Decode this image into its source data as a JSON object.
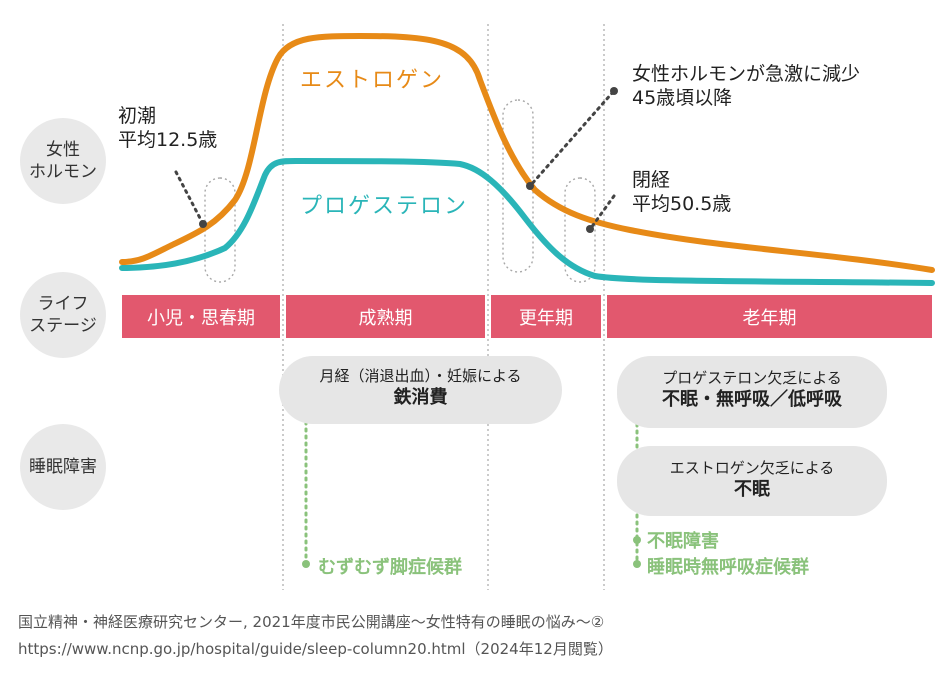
{
  "row_labels": {
    "hormone": "女性\nホルモン",
    "life_stage": "ライフ\nステージ",
    "sleep": "睡眠障害"
  },
  "curves": {
    "estrogen": {
      "label": "エストロゲン",
      "color": "#e78a17"
    },
    "progesterone": {
      "label": "プロゲステロン",
      "color": "#2ab5b8"
    }
  },
  "annotations": {
    "menarche": "初潮\n平均12.5歳",
    "hormone_drop": "女性ホルモンが急激に減少\n45歳頃以降",
    "menopause": "閉経\n平均50.5歳"
  },
  "stages": [
    {
      "label": "小児・思春期"
    },
    {
      "label": "成熟期"
    },
    {
      "label": "更年期"
    },
    {
      "label": "老年期"
    }
  ],
  "stage_color": "#e2586e",
  "sleep": {
    "iron": {
      "line1": "月経（消退出血）・妊娠による",
      "line2": "鉄消費"
    },
    "progesterone_def": {
      "line1": "プロゲステロン欠乏による",
      "line2": "不眠・無呼吸／低呼吸"
    },
    "estrogen_def": {
      "line1": "エストロゲン欠乏による",
      "line2": "不眠"
    },
    "rls": "むずむず脚症候群",
    "insomnia": "不眠障害",
    "apnea": "睡眠時無呼吸症候群",
    "green_color": "#8ac27b"
  },
  "source": {
    "line1": "国立精神・神経医療研究センター, 2021年度市民公開講座〜女性特有の睡眠の悩み〜②",
    "line2": "https://www.ncnp.go.jp/hospital/guide/sleep-column20.html（2024年12月閲覧）"
  }
}
